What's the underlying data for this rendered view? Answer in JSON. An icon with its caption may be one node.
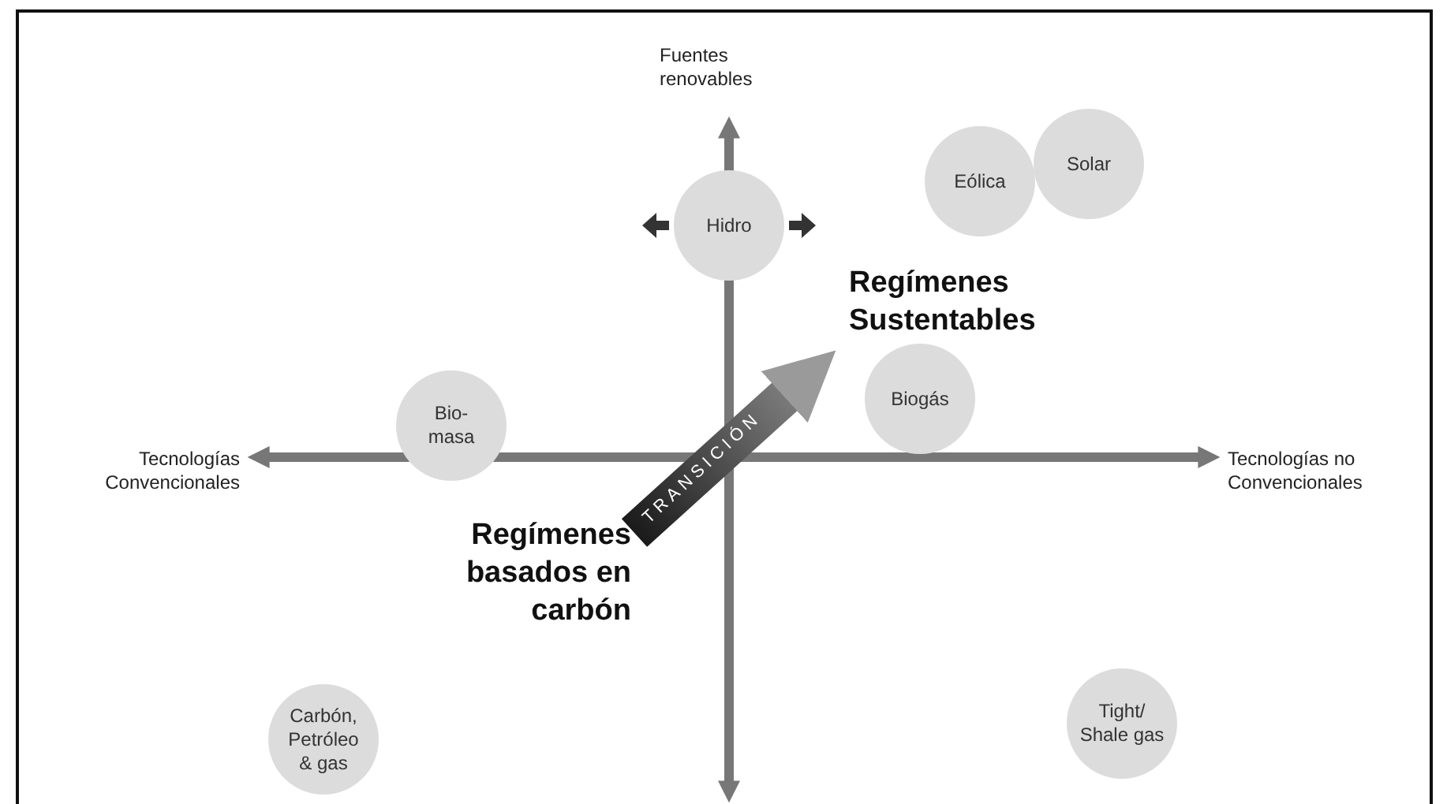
{
  "diagram": {
    "nodes": [
      {
        "text": [
          "Hidro"
        ]
      },
      {
        "text": [
          "Eólica"
        ]
      },
      {
        "text": [
          "Solar"
        ]
      },
      {
        "text": [
          "Regímenes Sustentables"
        ]
      },
      {
        "text": [
          "Bio- masa"
        ]
      },
      {
        "text": [
          "Biogás"
        ]
      },
      {
        "text": [
          "Regímenes basados en carbón"
        ]
      },
      {
        "text": [
          "Carbón, Petróleo & gas"
        ]
      },
      {
        "text": [
          "Tight/ Shale gas"
        ]
      }
    ],
    "edges": [
      {
        "from": 6,
        "to": 3,
        "arrow": "to",
        "label": "TRANSICIÓN",
        "style": "thick"
      }
    ],
    "labels": [
      "Fuentes renovables",
      "Tecnologías Convencionales",
      "Tecnologías no Convencionales"
    ]
  }
}
